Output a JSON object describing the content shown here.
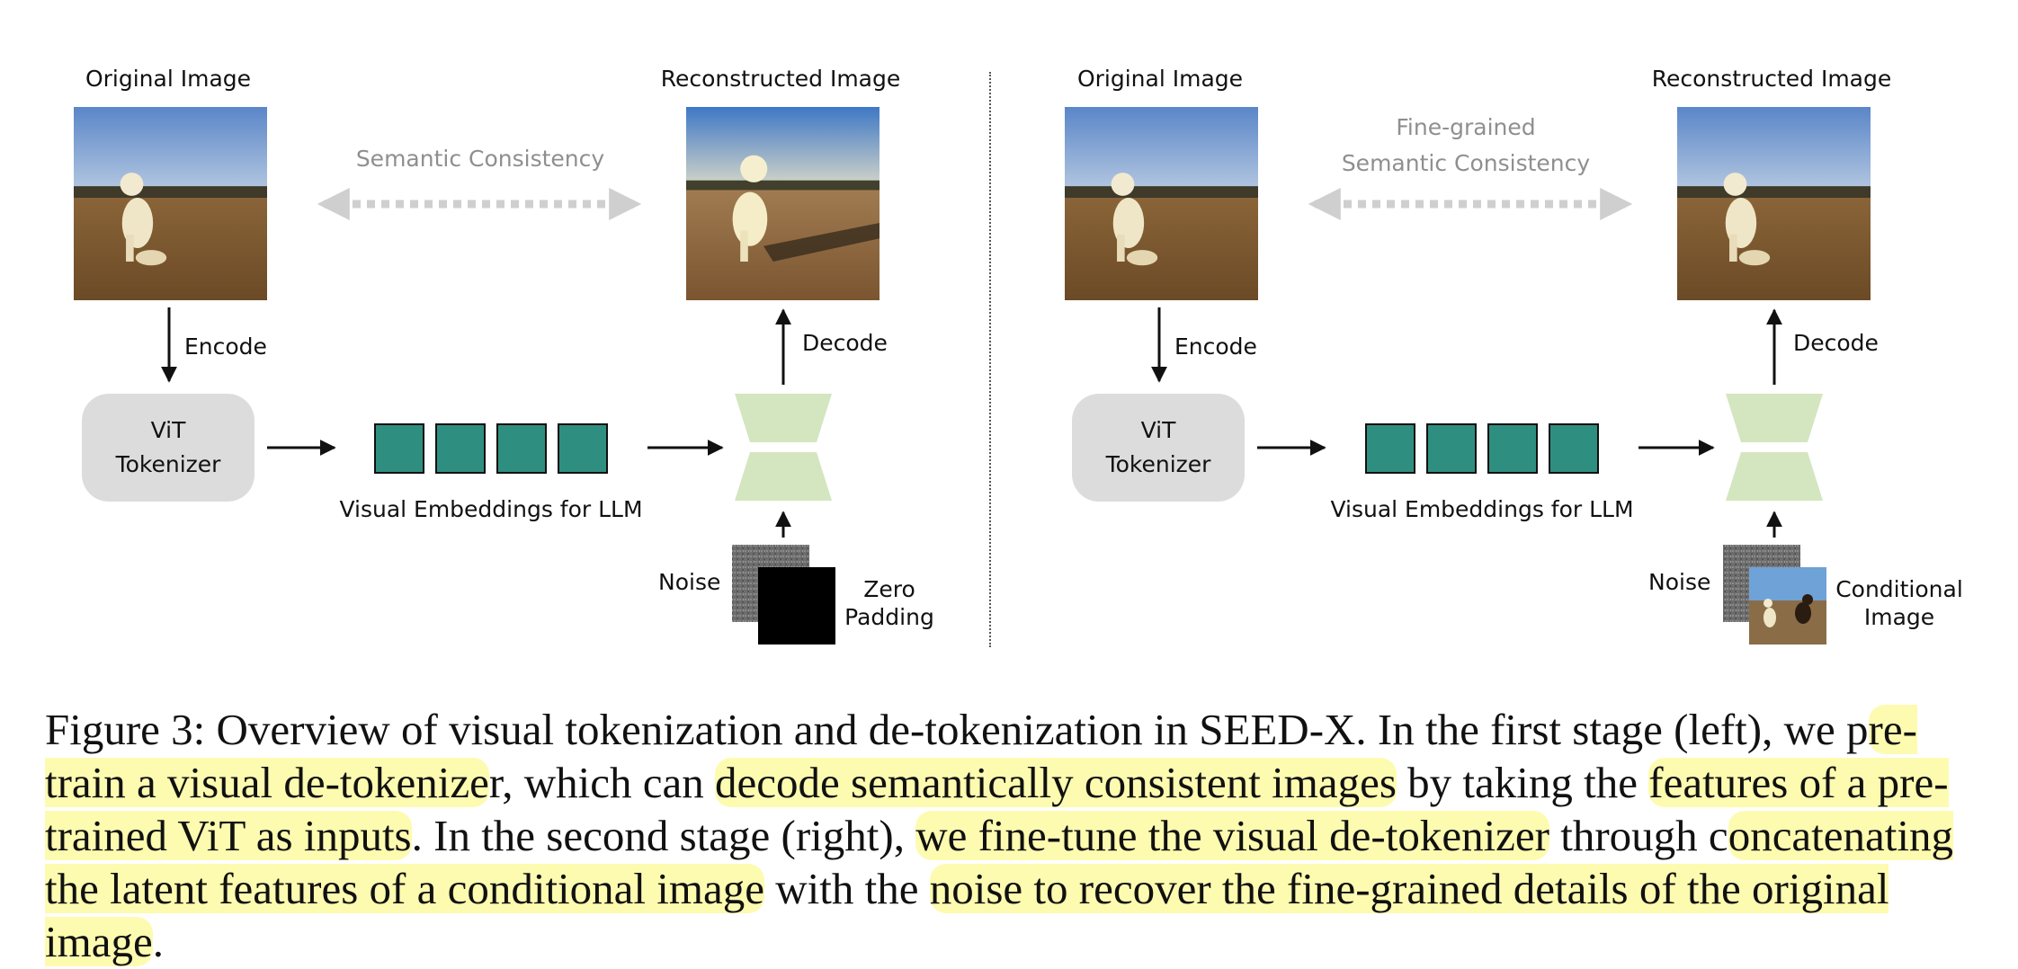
{
  "left": {
    "original_label": "Original Image",
    "reconstructed_label": "Reconstructed Image",
    "consistency_label": "Semantic Consistency",
    "encode_label": "Encode",
    "decode_label": "Decode",
    "tokenizer_line1": "ViT",
    "tokenizer_line2": "Tokenizer",
    "embeddings_label": "Visual Embeddings for LLM",
    "noise_label": "Noise",
    "padding_line1": "Zero",
    "padding_line2": "Padding"
  },
  "right": {
    "original_label": "Original Image",
    "reconstructed_label": "Reconstructed Image",
    "consistency_line1": "Fine-grained",
    "consistency_line2": "Semantic Consistency",
    "encode_label": "Encode",
    "decode_label": "Decode",
    "tokenizer_line1": "ViT",
    "tokenizer_line2": "Tokenizer",
    "embeddings_label": "Visual Embeddings for LLM",
    "noise_label": "Noise",
    "conditional_line1": "Conditional",
    "conditional_line2": "Image"
  },
  "caption": {
    "segments": [
      {
        "text": "Figure 3: Overview of visual tokenization and de-tokenization in SEED-X. In the first stage (left), we p",
        "highlight": false
      },
      {
        "text": "re-train a visual de-tokenize",
        "highlight": true
      },
      {
        "text": "r, which can ",
        "highlight": false
      },
      {
        "text": "decode semantically consistent images",
        "highlight": true
      },
      {
        "text": " by taking the ",
        "highlight": false
      },
      {
        "text": "features of a pre-trained ViT as inputs",
        "highlight": true
      },
      {
        "text": ". In the second stage (right), ",
        "highlight": false
      },
      {
        "text": "we fine-tune the visual de-tokenizer",
        "highlight": true
      },
      {
        "text": " through c",
        "highlight": false
      },
      {
        "text": "oncatenating the latent features of a conditional image",
        "highlight": true
      },
      {
        "text": " with the ",
        "highlight": false
      },
      {
        "text": "noise to recover the fine-grained details of the original image",
        "highlight": true
      },
      {
        "text": ".",
        "highlight": false
      }
    ]
  },
  "colors": {
    "embedding": "#2e8f80",
    "decoder": "#d3e6c0",
    "tokenizer_box": "#dcdcdc",
    "highlight": "#fdfbb0",
    "consistency_arrow": "#cfcfcf"
  }
}
